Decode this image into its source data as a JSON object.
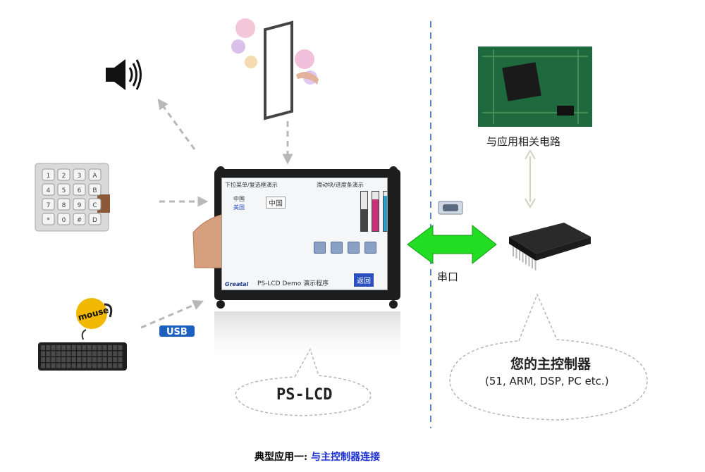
{
  "labels": {
    "controller_circuit": "与应用相关电路",
    "serial_port": "串口",
    "controller_title": "您的主控制器",
    "controller_examples": "(51, ARM, DSP, PC etc.)",
    "pslcd": "PS-LCD",
    "usb": "USB",
    "mouse": "mouse"
  },
  "keypad": {
    "keys": [
      "1",
      "2",
      "3",
      "A",
      "4",
      "5",
      "6",
      "B",
      "7",
      "8",
      "9",
      "C",
      "*",
      "0",
      "#",
      "D"
    ]
  },
  "screen": {
    "menu_title": "下拉菜单/复选框演示",
    "slider_title": "滑动块/进度条演示",
    "option1": "中国",
    "option2": "美国",
    "dropdown_value": "中国",
    "brand": "Greatal",
    "demo_text": "PS-LCD  Demo  演示程序",
    "back_label": "返回",
    "progress": [
      0.55,
      0.8,
      0.9
    ]
  },
  "caption": {
    "prefix": "典型应用一: ",
    "highlight": "与主控制器连接"
  },
  "colors": {
    "arrow_green": "#22dd22",
    "dashed_blue": "#5b86c7",
    "dashed_gray": "#b0b0b0",
    "caption_blue": "#1a2fd0"
  }
}
